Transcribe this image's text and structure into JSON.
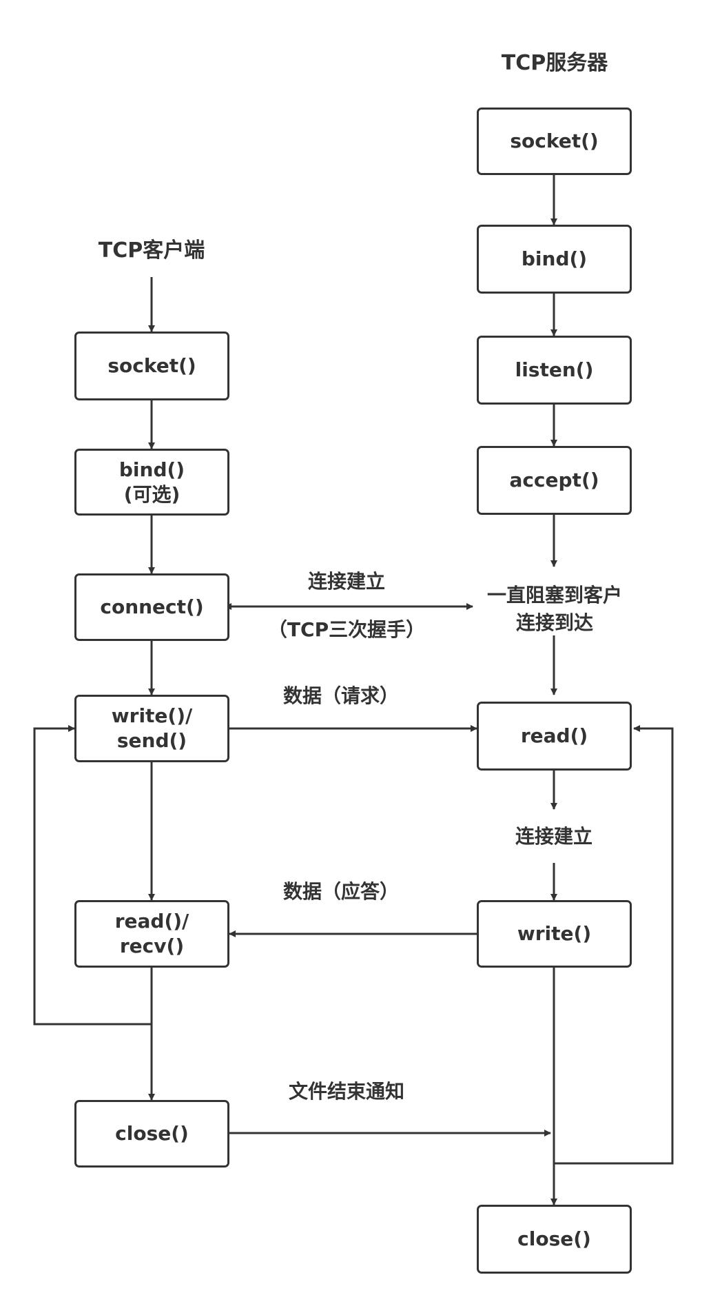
{
  "client": {
    "title": "TCP客户端",
    "socket": "socket()",
    "bind_line1": "bind()",
    "bind_line2": "(可选)",
    "connect": "connect()",
    "write_line1": "write()/",
    "write_line2": "send()",
    "read_line1": "read()/",
    "read_line2": "recv()",
    "close": "close()"
  },
  "server": {
    "title": "TCP服务器",
    "socket": "socket()",
    "bind": "bind()",
    "listen": "listen()",
    "accept": "accept()",
    "blocking_line1": "一直阻塞到客户",
    "blocking_line2": "连接到达",
    "read": "read()",
    "process_label": "连接建立",
    "write": "write()",
    "close": "close()"
  },
  "messages": {
    "connect_label": "连接建立",
    "handshake_label": "（TCP三次握手）",
    "request_label": "数据（请求）",
    "reply_label": "数据（应答）",
    "eof_label": "文件结束通知"
  }
}
